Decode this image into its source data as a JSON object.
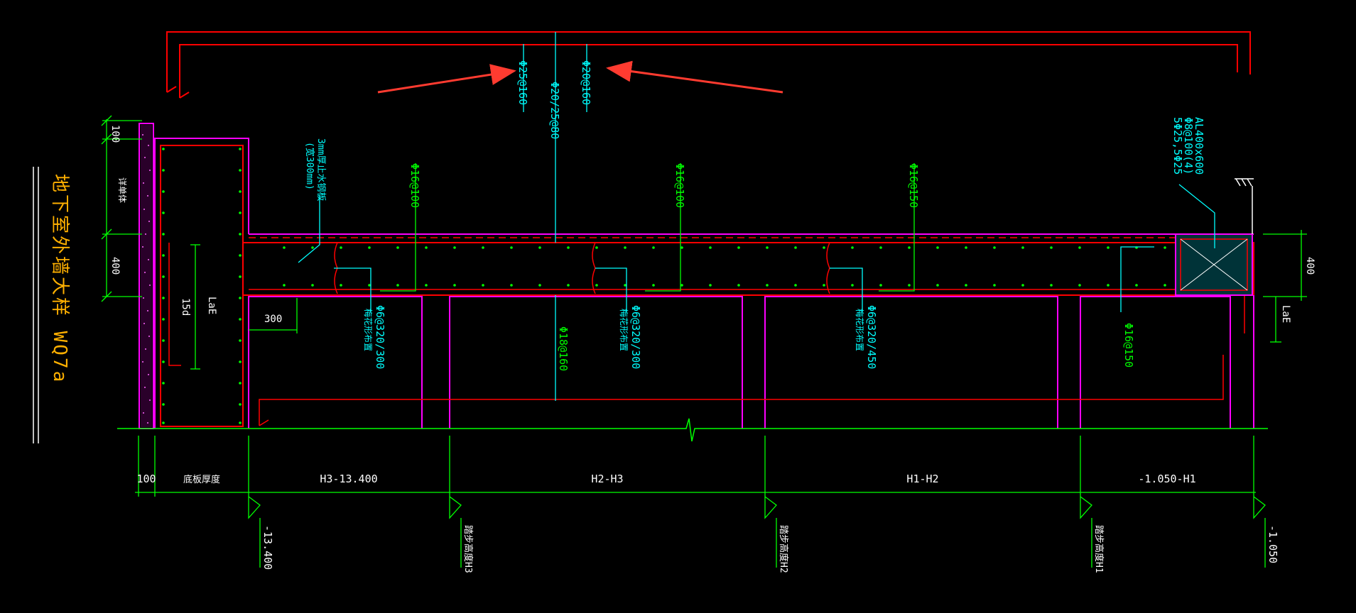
{
  "title": "地下室外墙大样 WQ7a",
  "colors": {
    "background": "#000000",
    "concrete": "#FF0000",
    "wall_outline": "#FF00FF",
    "rebar_label": "#00FFFF",
    "dimension": "#00FF00",
    "title": "#FFB000",
    "annotation_arrow": "#FF3B30"
  },
  "rebar": {
    "top_25": "Φ25@160",
    "top_20": "Φ20@160",
    "top_main": "Φ20/25@80",
    "membrane": "3mm厚止水钢板",
    "membrane_width": "(宽300mm)",
    "stirrup_1": "Φ16@100",
    "stirrup_2": "Φ16@100",
    "stirrup_3": "Φ16@150",
    "beam_spec": "AL400x600",
    "beam_stirrup": "Φ8@100(4)",
    "beam_main": "5Φ25,5Φ25",
    "dist_1": "Φ6@320/300",
    "dist_1_note": "梅花形布置",
    "dist_2": "Φ6@320/300",
    "dist_2_note": "梅花形布置",
    "dist_3": "Φ6@320/450",
    "dist_3_note": "梅花形布置",
    "wall_v": "Φ18@160",
    "wall_v2": "Φ16@150"
  },
  "dimensions": {
    "top_100": "100",
    "wall_400": "400",
    "right_400": "400",
    "bottom_100": "100",
    "offset_300": "300",
    "lap_15d": "15d",
    "lae_left": "LaE",
    "lae_right": "LaE",
    "backfill": "详单体",
    "seg_base": "底板厚度",
    "seg_1": "H3-13.400",
    "seg_2": "H2-H3",
    "seg_3": "H1-H2",
    "seg_4": "-1.050-H1"
  },
  "levels": {
    "l1": "-13.400",
    "l2": "踏步高度H3",
    "l3": "踏步高度H2",
    "l4": "踏步高度H1",
    "l5": "-1.050"
  }
}
